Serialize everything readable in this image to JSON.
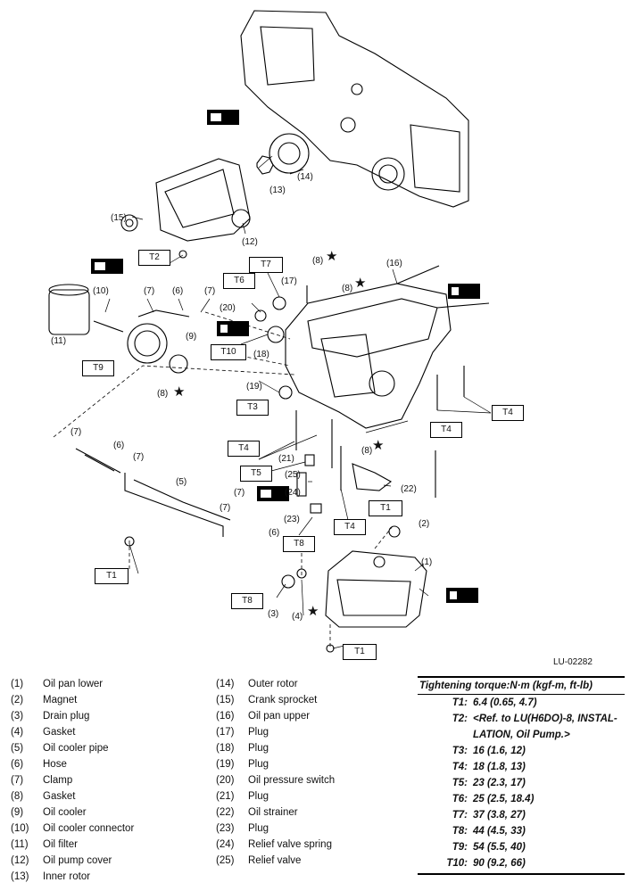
{
  "figure_id": "LU-02282",
  "callouts": [
    "(1)",
    "(2)",
    "(3)",
    "(4)",
    "(5)",
    "(6)",
    "(7)",
    "(8)",
    "(9)",
    "(10)",
    "(11)",
    "(12)",
    "(13)",
    "(14)",
    "(15)",
    "(16)",
    "(17)",
    "(18)",
    "(19)",
    "(20)",
    "(21)",
    "(22)",
    "(23)",
    "(24)",
    "(25)"
  ],
  "torque_boxes": [
    "T1",
    "T2",
    "T3",
    "T4",
    "T5",
    "T6",
    "T7",
    "T8",
    "T9",
    "T10"
  ],
  "star": "★",
  "legend": [
    {
      "num": "(1)",
      "name": "Oil pan lower"
    },
    {
      "num": "(2)",
      "name": "Magnet"
    },
    {
      "num": "(3)",
      "name": "Drain plug"
    },
    {
      "num": "(4)",
      "name": "Gasket"
    },
    {
      "num": "(5)",
      "name": "Oil cooler pipe"
    },
    {
      "num": "(6)",
      "name": "Hose"
    },
    {
      "num": "(7)",
      "name": "Clamp"
    },
    {
      "num": "(8)",
      "name": "Gasket"
    },
    {
      "num": "(9)",
      "name": "Oil cooler"
    },
    {
      "num": "(10)",
      "name": "Oil cooler connector"
    },
    {
      "num": "(11)",
      "name": "Oil filter"
    },
    {
      "num": "(12)",
      "name": "Oil pump cover"
    },
    {
      "num": "(13)",
      "name": "Inner rotor"
    },
    {
      "num": "(14)",
      "name": "Outer rotor"
    },
    {
      "num": "(15)",
      "name": "Crank sprocket"
    },
    {
      "num": "(16)",
      "name": "Oil pan upper"
    },
    {
      "num": "(17)",
      "name": "Plug"
    },
    {
      "num": "(18)",
      "name": "Plug"
    },
    {
      "num": "(19)",
      "name": "Plug"
    },
    {
      "num": "(20)",
      "name": "Oil pressure switch"
    },
    {
      "num": "(21)",
      "name": "Plug"
    },
    {
      "num": "(22)",
      "name": "Oil strainer"
    },
    {
      "num": "(23)",
      "name": "Plug"
    },
    {
      "num": "(24)",
      "name": "Relief valve spring"
    },
    {
      "num": "(25)",
      "name": "Relief valve"
    }
  ],
  "torque": {
    "heading": "Tightening torque:N·m (kgf-m, ft-lb)",
    "rows": [
      {
        "key": "T1:",
        "value": "6.4 (0.65, 4.7)"
      },
      {
        "key": "T2:",
        "value": "<Ref. to LU(H6DO)-8, INSTAL-"
      },
      {
        "key": "",
        "value": "LATION, Oil Pump.>"
      },
      {
        "key": "T3:",
        "value": "16 (1.6, 12)"
      },
      {
        "key": "T4:",
        "value": "18 (1.8, 13)"
      },
      {
        "key": "T5:",
        "value": "23 (2.3, 17)"
      },
      {
        "key": "T6:",
        "value": "25 (2.5, 18.4)"
      },
      {
        "key": "T7:",
        "value": "37 (3.8, 27)"
      },
      {
        "key": "T8:",
        "value": "44 (4.5, 33)"
      },
      {
        "key": "T9:",
        "value": "54 (5.5, 40)"
      },
      {
        "key": "T10:",
        "value": "90 (9.2, 66)"
      }
    ]
  }
}
